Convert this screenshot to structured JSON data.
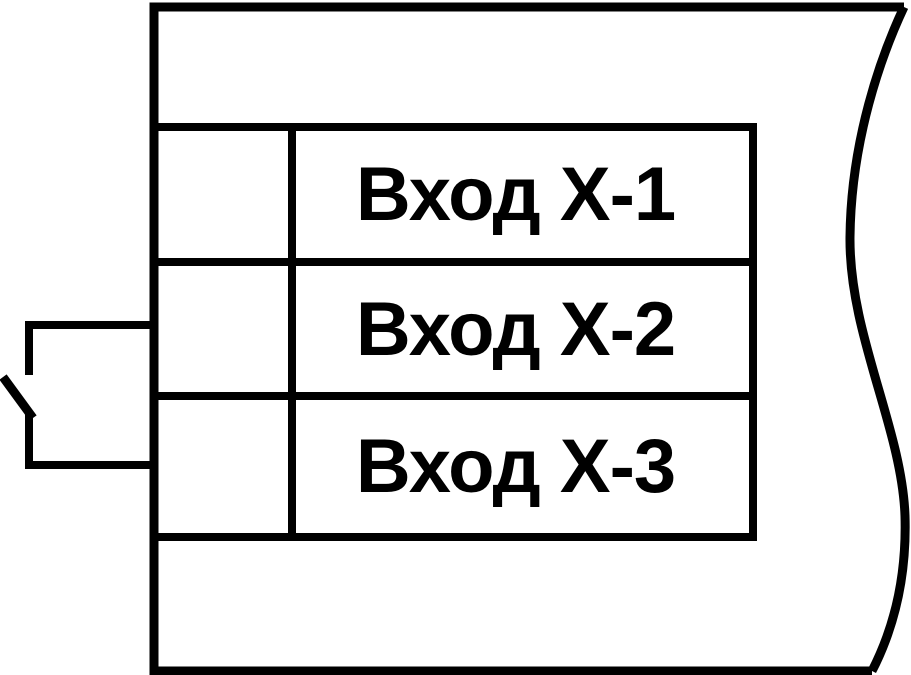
{
  "diagram": {
    "kind": "wiring-schematic",
    "device_inputs": [
      {
        "label": "Вход Х-1"
      },
      {
        "label": "Вход Х-2"
      },
      {
        "label": "Вход Х-3"
      }
    ],
    "switch": {
      "type": "open-contact-switch",
      "connected_rows": [
        "Вход Х-2",
        "Вход Х-3"
      ]
    },
    "colors": {
      "line": "#000000",
      "background": "#ffffff"
    }
  }
}
